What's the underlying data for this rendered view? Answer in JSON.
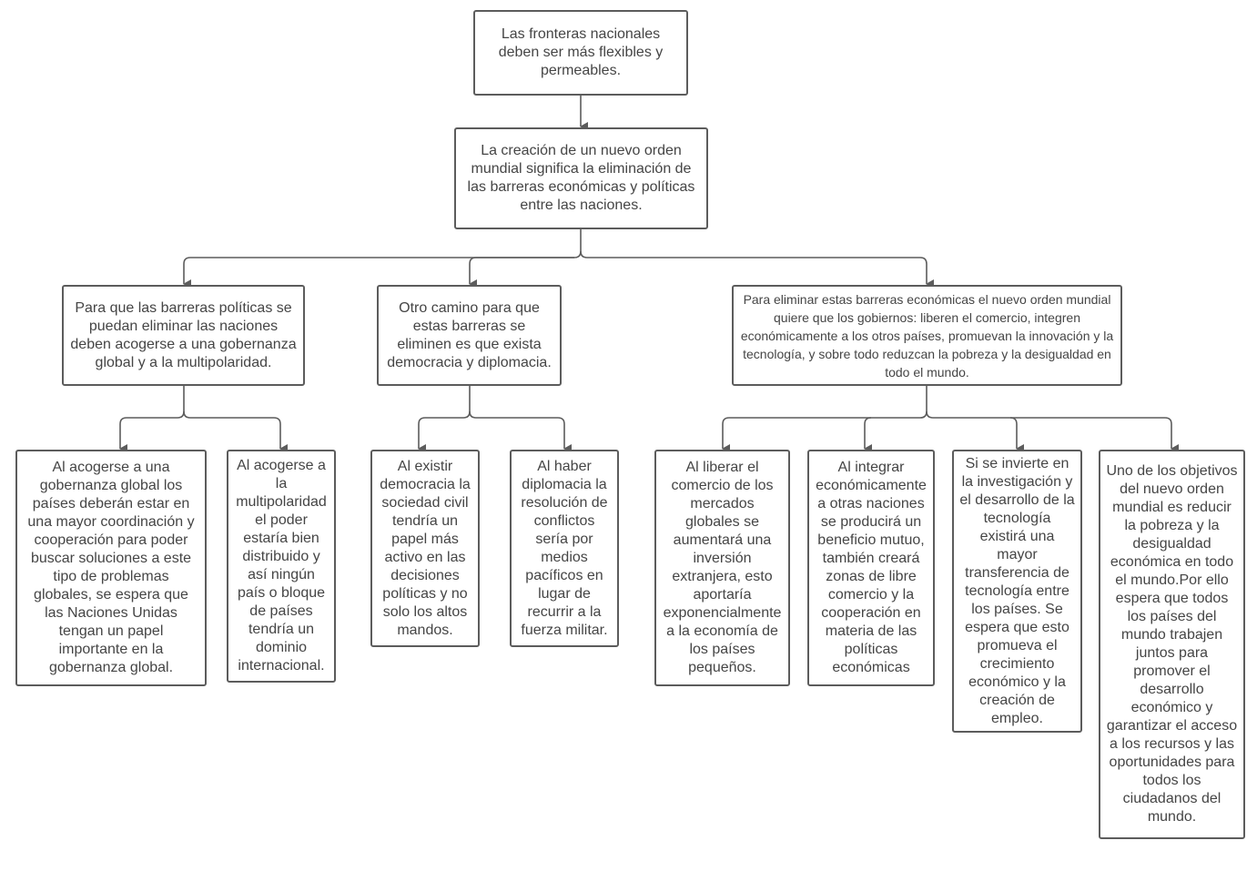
{
  "diagram": {
    "root": {
      "text": "Las fronteras nacionales deben ser más flexibles y permeables."
    },
    "level1": {
      "text": "La creación de un nuevo orden mundial significa la eliminación de las barreras económicas y políticas entre las naciones."
    },
    "branches": [
      {
        "text": "Para que las barreras políticas se puedan eliminar las naciones deben acogerse a una gobernanza global y a la multipolaridad.",
        "children": [
          {
            "text": "Al acogerse a una gobernanza global los países deberán estar en una mayor coordinación y cooperación para poder buscar soluciones a este tipo de problemas globales, se espera que las Naciones Unidas tengan un papel importante en la gobernanza global."
          },
          {
            "text": "Al acogerse a la multipolaridad el poder estaría bien distribuido y así ningún país o bloque de países tendría un dominio internacional."
          }
        ]
      },
      {
        "text": "Otro camino para que estas barreras se eliminen es que exista democracia y diplomacia.",
        "children": [
          {
            "text": "Al existir democracia la sociedad civil tendría un papel más activo en las decisiones políticas y no solo los altos mandos."
          },
          {
            "text": "Al haber diplomacia la resolución de conflictos sería por medios pacíficos en lugar de recurrir a la fuerza militar."
          }
        ]
      },
      {
        "text": "Para eliminar estas barreras económicas el nuevo orden mundial quiere que los gobiernos: liberen el comercio, integren económicamente a los otros países, promuevan la innovación y la tecnología, y sobre todo reduzcan la pobreza y la desigualdad en todo el mundo.",
        "children": [
          {
            "text": "Al liberar el comercio de los mercados globales se aumentará una inversión extranjera, esto aportaría exponencialmente a la economía de los países pequeños."
          },
          {
            "text": "Al integrar económicamente a otras naciones se producirá  un beneficio mutuo, también creará zonas de libre comercio y la cooperación en materia de las políticas económicas"
          },
          {
            "text": "Si se invierte en la investigación y el desarrollo de la tecnología existirá una mayor transferencia de tecnología entre los países. Se espera que esto promueva el crecimiento económico y la creación de empleo."
          },
          {
            "text": "Uno de los objetivos del nuevo orden mundial es reducir la pobreza y la desigualdad económica en todo el mundo.Por ello espera que todos los países del mundo trabajen juntos para promover el desarrollo económico y garantizar el acceso a los recursos y las oportunidades para todos los ciudadanos del mundo."
          }
        ]
      }
    ]
  },
  "colors": {
    "border": "#5c5c5c",
    "text": "#454545",
    "connector": "#5c5c5c"
  }
}
